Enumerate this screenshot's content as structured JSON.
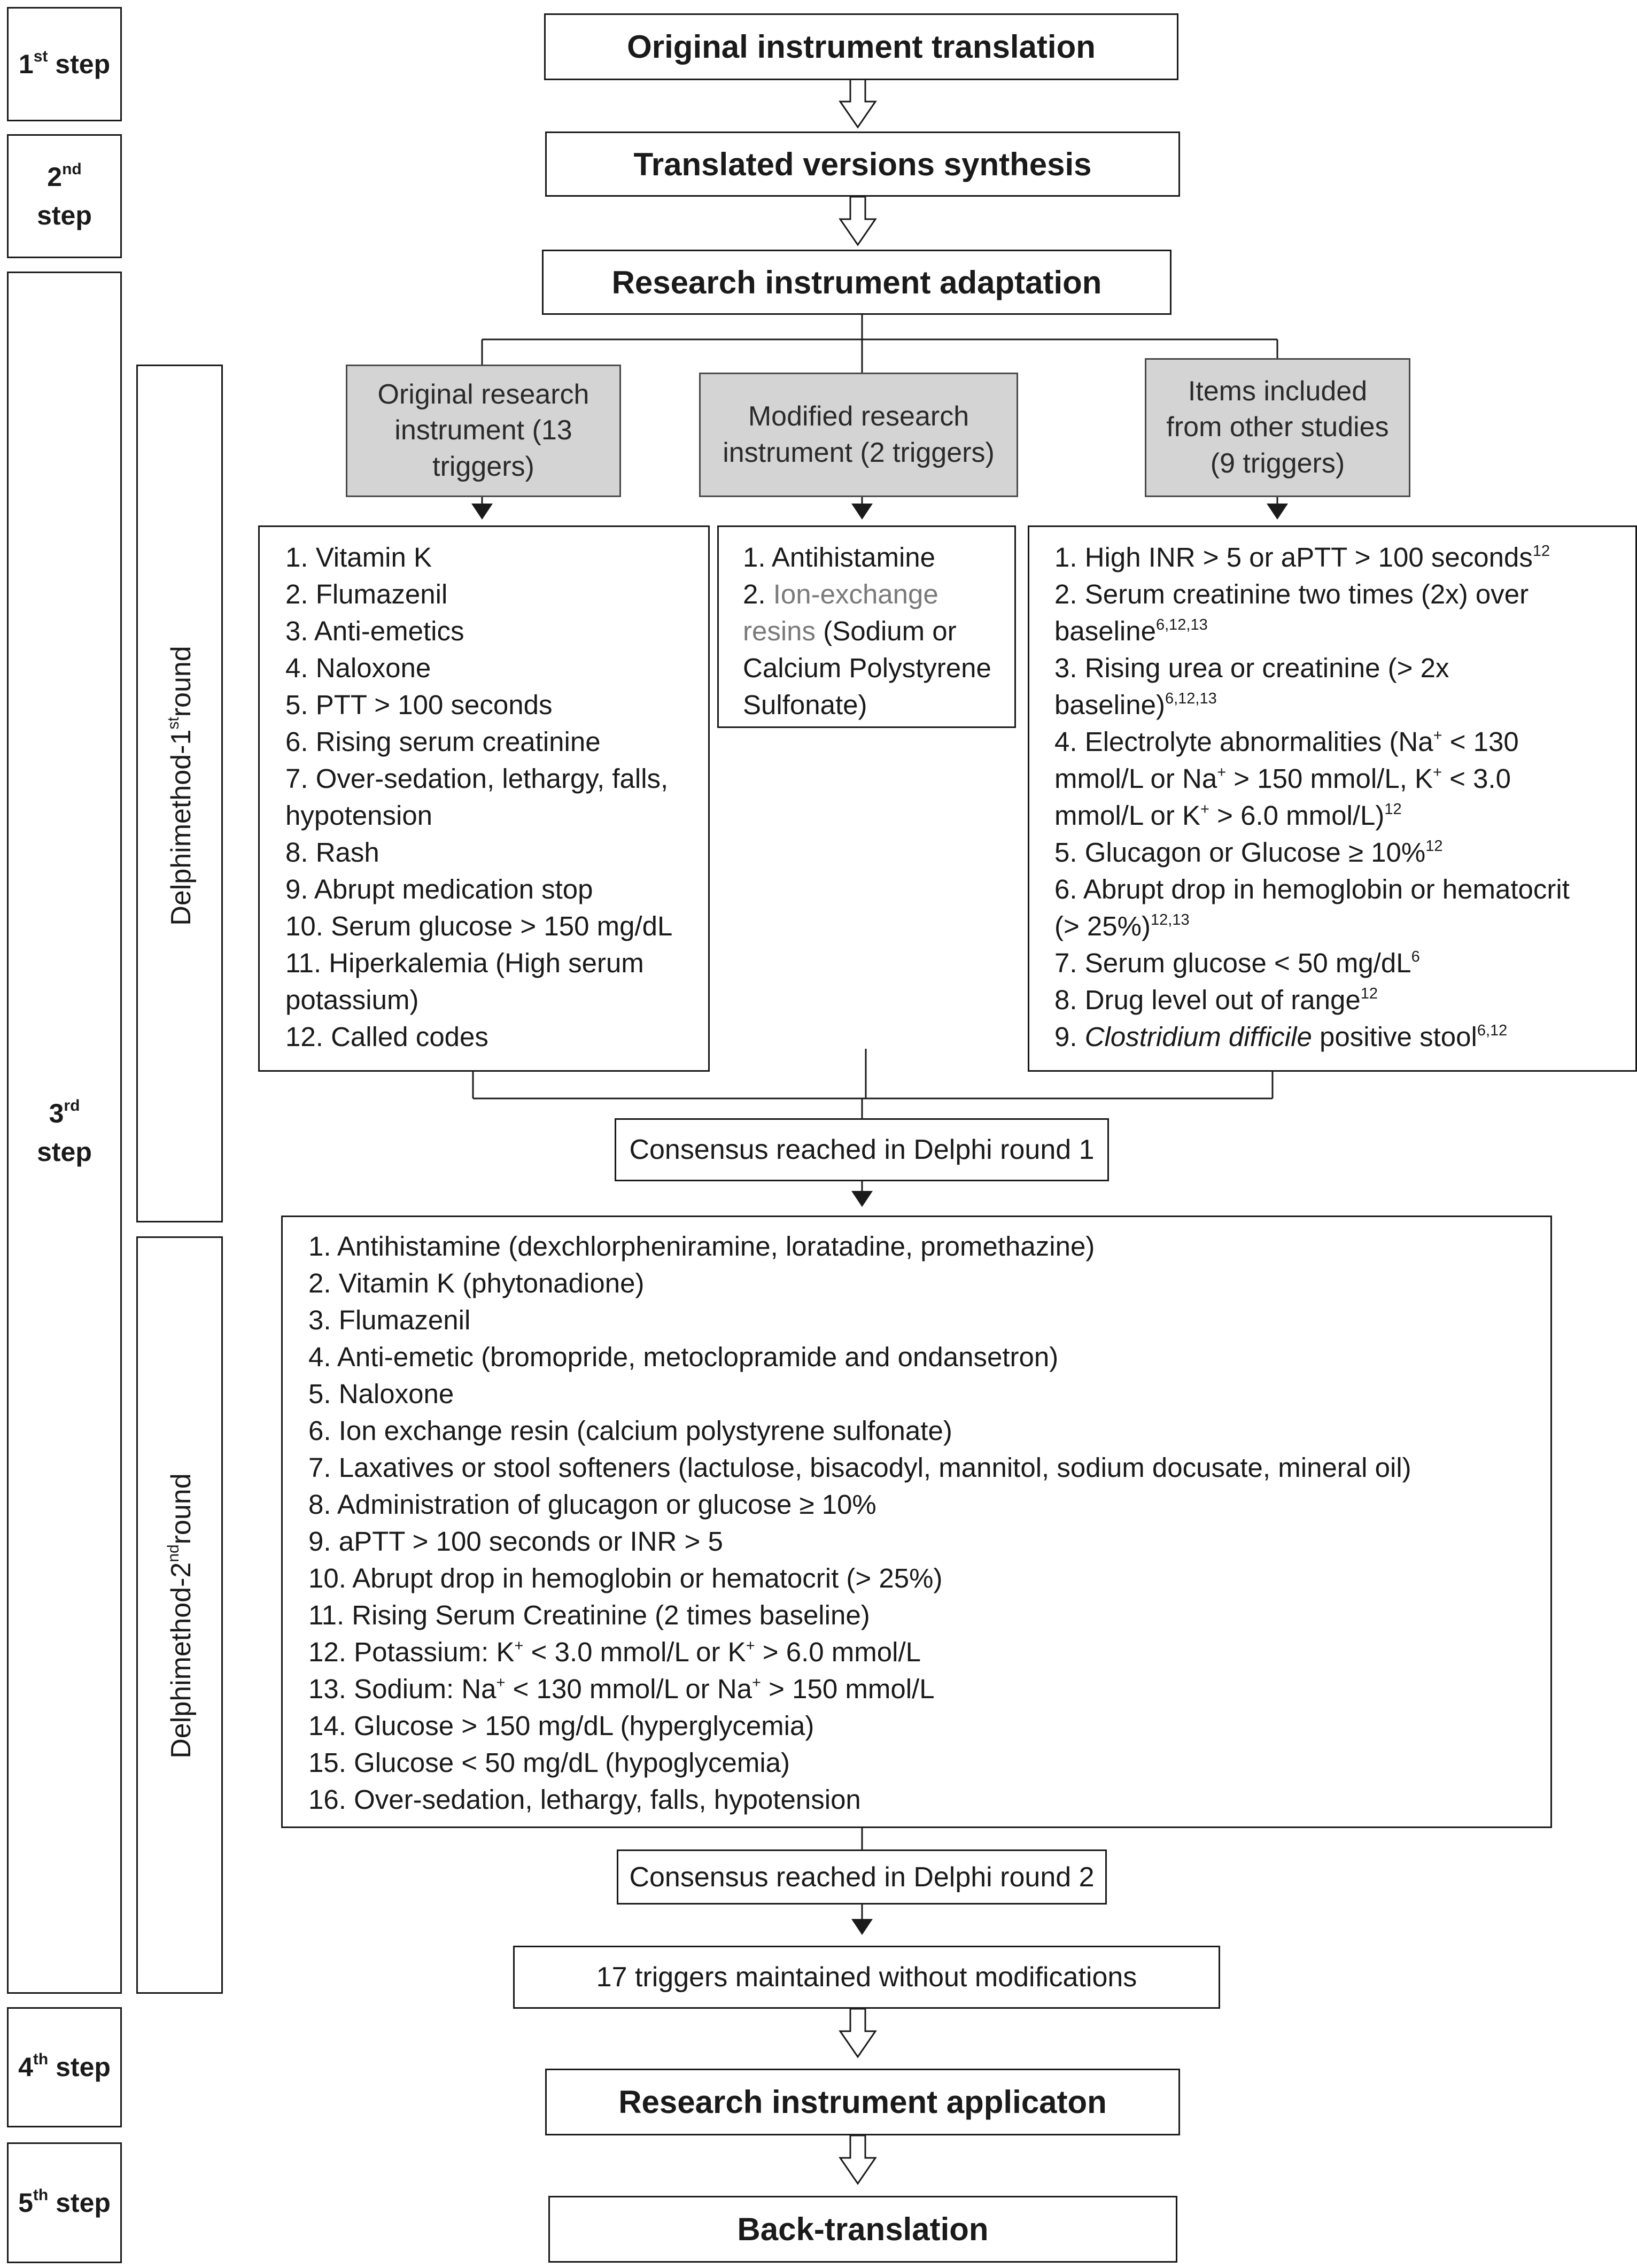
{
  "steps": {
    "s1": {
      "num": "1",
      "sup": "st",
      "word": "step"
    },
    "s2": {
      "num": "2",
      "sup": "nd",
      "word": "step"
    },
    "s3": {
      "num": "3",
      "sup": "rd",
      "word": "step"
    },
    "s4": {
      "num": "4",
      "sup": "th",
      "word": "step"
    },
    "s5": {
      "num": "5",
      "sup": "th",
      "word": "step"
    }
  },
  "rounds": {
    "r1": {
      "prefix": "Delphimethod-1",
      "sup": "st",
      "suffix": "round"
    },
    "r2": {
      "prefix": "Delphimethod-2",
      "sup": "nd",
      "suffix": "round"
    }
  },
  "flow": {
    "original_translation": "Original instrument translation",
    "synthesis": "Translated versions synthesis",
    "adaptation": "Research instrument adaptation",
    "application": "Research instrument applicaton",
    "back_translation": "Back-translation",
    "consensus1": "Consensus reached in Delphi round 1",
    "consensus2": "Consensus reached in Delphi round 2",
    "maintained": "17 triggers maintained without modifications"
  },
  "categories": {
    "original": {
      "line1": "Original research",
      "line2": "instrument (13",
      "line3": "triggers)"
    },
    "modified": {
      "line1": "Modified research",
      "line2": "instrument (2 triggers)"
    },
    "other": {
      "line1": "Items included",
      "line2": "from other studies",
      "line3": "(9 triggers)"
    }
  },
  "original_list": {
    "l1": "1. Vitamin K",
    "l2": "2. Flumazenil",
    "l3": "3. Anti-emetics",
    "l4": "4. Naloxone",
    "l5": "5. PTT > 100 seconds",
    "l6": "6. Rising serum creatinine",
    "l7": "7. Over-sedation, lethargy, falls,",
    "l8": "hypotension",
    "l9": "8. Rash",
    "l10": "9. Abrupt medication stop",
    "l11": "10. Serum glucose > 150 mg/dL",
    "l12": "11. Hiperkalemia (High serum",
    "l13": "potassium)",
    "l14": "12. Called codes"
  },
  "modified_list": {
    "l1": "1. Antihistamine",
    "l2_num": "2. ",
    "l2_gray": "Ion-exchange",
    "l3_gray": "resins",
    "l3_rest": " (Sodium or",
    "l4": "Calcium Polystyrene",
    "l5": "Sulfonate)"
  },
  "other_list": {
    "l1": "1. High INR > 5 or aPTT > 100 seconds",
    "l1_ref": "12",
    "l2": "2. Serum creatinine two times (2x) over",
    "l3": "baseline",
    "l3_ref": "6,12,13",
    "l4": "3. Rising urea or creatinine (> 2x",
    "l5": "baseline)",
    "l5_ref": "6,12,13",
    "l6a": "4. Electrolyte abnormalities (Na",
    "l6_plus": "+",
    "l6b": " < 130",
    "l7a": "mmol/L or Na",
    "l7_plus1": "+",
    "l7b": " > 150 mmol/L, K",
    "l7_plus2": "+",
    "l7c": " < 3.0",
    "l8a": "mmol/L or K",
    "l8_plus": "+",
    "l8b": " > 6.0 mmol/L)",
    "l8_ref": "12",
    "l9": "5. Glucagon or Glucose ≥ 10%",
    "l9_ref": "12",
    "l10": "6. Abrupt drop in hemoglobin or hematocrit",
    "l11": "(> 25%)",
    "l11_ref": "12,13",
    "l12": "7. Serum glucose < 50 mg/dL",
    "l12_ref": "6",
    "l13": "8. Drug level out of range",
    "l13_ref": "12",
    "l14_num": "9. ",
    "l14_italic": "Clostridium difficile",
    "l14_rest": " positive stool",
    "l14_ref": "6,12"
  },
  "round2_list": {
    "l1": "1. Antihistamine (dexchlorpheniramine, loratadine, promethazine)",
    "l2": "2. Vitamin K (phytonadione)",
    "l3": "3. Flumazenil",
    "l4": "4. Anti-emetic (bromopride, metoclopramide and ondansetron)",
    "l5": "5. Naloxone",
    "l6": "6. Ion exchange resin (calcium polystyrene sulfonate)",
    "l7": "7. Laxatives or stool softeners (lactulose, bisacodyl, mannitol, sodium docusate, mineral oil)",
    "l8": "8. Administration of glucagon or glucose ≥ 10%",
    "l9": "9. aPTT > 100 seconds or INR > 5",
    "l10": "10. Abrupt drop in hemoglobin or hematocrit (> 25%)",
    "l11": "11. Rising Serum Creatinine (2 times baseline)",
    "l12a": "12. Potassium: K",
    "l12_plus1": "+",
    "l12b": " < 3.0 mmol/L or K",
    "l12_plus2": "+",
    "l12c": " > 6.0 mmol/L",
    "l13a": "13. Sodium: Na",
    "l13_plus1": "+",
    "l13b": " < 130 mmol/L or Na",
    "l13_plus2": "+",
    "l13c": " > 150 mmol/L",
    "l14": "14. Glucose > 150 mg/dL (hyperglycemia)",
    "l15": "15. Glucose < 50 mg/dL (hypoglycemia)",
    "l16": "16. Over-sedation, lethargy, falls, hypotension"
  },
  "colors": {
    "line": "#1a1a1a",
    "category_fill": "#d4d4d4",
    "gray_text": "#7a7a7a"
  }
}
